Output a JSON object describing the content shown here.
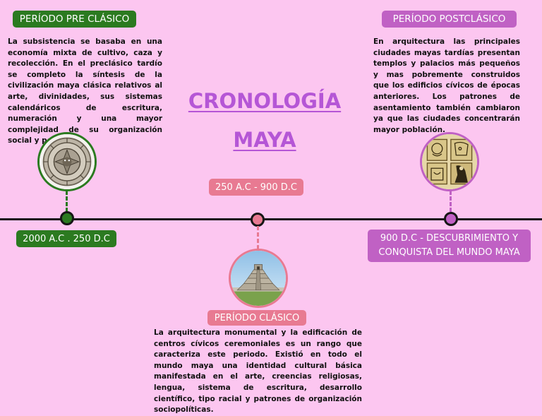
{
  "title": {
    "line1": "CRONOLOGÍA",
    "line2": "MAYA"
  },
  "preclassic": {
    "label": "PERÍODO PRE CLÁSICO",
    "dates": "2000 A.C . 250 D.C",
    "text": "La subsistencia se basaba en una economía mixta de cultivo, caza y recolección. En el preclásico tardío se completo la síntesis de la civilización maya clásica relativos al arte, divinidades, sus sistemas calendáricos de escritura, numeración y una mayor complejidad de su organización social y política.",
    "image_icon": "aztec-calendar-stone-icon",
    "color": "#2b7a20"
  },
  "classic": {
    "label": "PERÍODO CLÁSICO",
    "dates": "250 A.C - 900 D.C",
    "text": "La arquitectura monumental y la edificación de centros cívicos ceremoniales es un rango que caracteriza este periodo. Existió en todo el mundo maya una identidad cultural básica manifestada en el arte, creencias religiosas, lengua, sistema de escritura, desarrollo científico, tipo racial y patrones de organización sociopolíticas.",
    "image_icon": "pyramid-icon",
    "color": "#e87a92"
  },
  "postclassic": {
    "label": "PERÍODO POSTCLÁSICO",
    "dates_line1": "900 D.C - DESCUBRIMIENTO Y",
    "dates_line2": "CONQUISTA DEL MUNDO MAYA",
    "text": "En arquitectura las principales ciudades mayas tardías presentan templos y palacios más pequeños y mas pobremente construidos que los edificios cívicos de épocas anteriores. Los patrones de asentamiento también cambiaron ya que las ciudades concentrarán mayor población.",
    "image_icon": "maya-glyph-relief-icon",
    "color": "#c061c4"
  },
  "colors": {
    "background": "#fcc6f0",
    "title": "#b556d6",
    "line": "#161616"
  }
}
